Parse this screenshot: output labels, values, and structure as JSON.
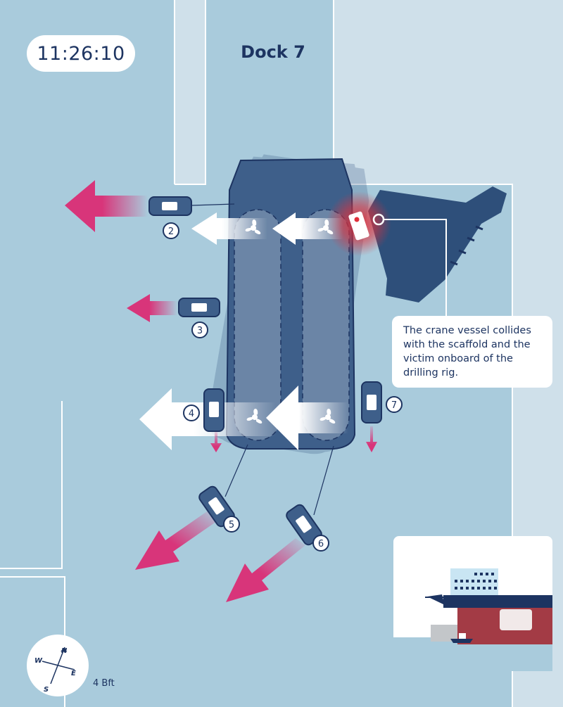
{
  "clock": {
    "time": "11:26:10"
  },
  "dock": {
    "label": "Dock 7"
  },
  "callout": {
    "text": "The crane vessel collides with the scaffold and the victim onboard of the drilling rig."
  },
  "tugs": [
    {
      "id": "2",
      "label": "2"
    },
    {
      "id": "3",
      "label": "3"
    },
    {
      "id": "4",
      "label": "4"
    },
    {
      "id": "5",
      "label": "5"
    },
    {
      "id": "6",
      "label": "6"
    },
    {
      "id": "7",
      "label": "7"
    }
  ],
  "compass": {
    "north": "N",
    "south": "S",
    "east": "E",
    "west": "W"
  },
  "wind": {
    "label": "4 Bft"
  },
  "colors": {
    "water": "#a9cbdc",
    "land": "#cfe0ea",
    "vessel": "#3e5f8a",
    "navy": "#1d3461",
    "force_arrow": "#d8357a",
    "thrust_arrow": "#ffffff",
    "collision": "#e0303b"
  }
}
